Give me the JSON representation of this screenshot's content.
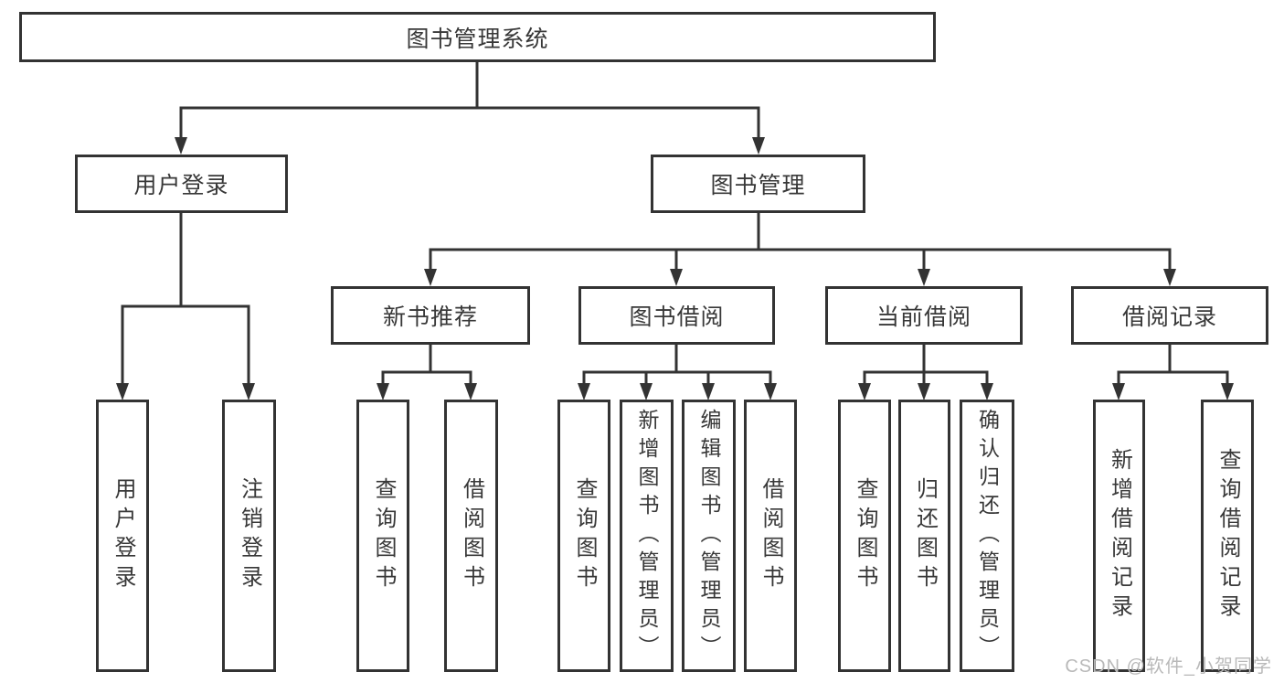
{
  "diagram": {
    "root": "图书管理系统",
    "level2": [
      "用户登录",
      "图书管理"
    ],
    "level3": [
      "新书推荐",
      "图书借阅",
      "当前借阅",
      "借阅记录"
    ],
    "leaves": [
      "用户登录",
      "注销登录",
      "查询图书",
      "借阅图书",
      "查询图书",
      "新增图书（管理员）",
      "编辑图书（管理员）",
      "借阅图书",
      "查询图书",
      "归还图书",
      "确认归还（管理员）",
      "新增借阅记录",
      "查询借阅记录"
    ],
    "watermark": "CSDN @软件_小贺同学",
    "colors": {
      "line": "#333333",
      "text": "#383838",
      "box_background": "#ffffff",
      "watermark": "#b9b9b9",
      "page_background": "#ffffff"
    }
  }
}
